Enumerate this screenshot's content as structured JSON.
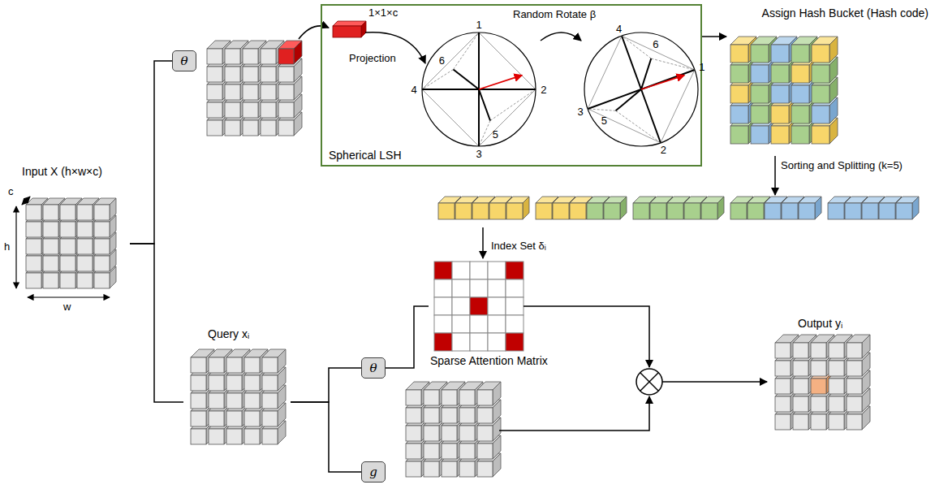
{
  "diagram": {
    "nodes": [
      {
        "text": [
          "Input X (h×w×c)"
        ]
      },
      {
        "text": [
          "θ"
        ]
      },
      {
        "text": [
          "Spherical LSH"
        ]
      },
      {
        "text": [
          "Assign Hash Bucket (Hash code)"
        ]
      },
      {
        "text": [
          "Query xᵢ"
        ]
      },
      {
        "text": [
          "θ"
        ]
      },
      {
        "text": [
          "g"
        ]
      },
      {
        "text": [
          "Sparse Attention Matrix"
        ]
      },
      {
        "text": [
          "Output yᵢ"
        ]
      }
    ],
    "edges": [
      {
        "from": 0,
        "to": 1,
        "arrow": "none"
      },
      {
        "from": 0,
        "to": 4,
        "arrow": "none"
      },
      {
        "from": 4,
        "to": 5,
        "arrow": "none"
      },
      {
        "from": 4,
        "to": 6,
        "arrow": "none"
      },
      {
        "from": 5,
        "to": 7,
        "arrow": "none"
      },
      {
        "from": 2,
        "to": 3,
        "arrow": "to"
      }
    ],
    "labels": [
      "c",
      "h",
      "w",
      "1×1×c",
      "Projection",
      "Random Rotate β",
      "1",
      "2",
      "3",
      "4",
      "5",
      "6",
      "1",
      "2",
      "3",
      "4",
      "5",
      "6",
      "Sorting and Splitting (k=5)",
      "Index Set δᵢ"
    ]
  }
}
